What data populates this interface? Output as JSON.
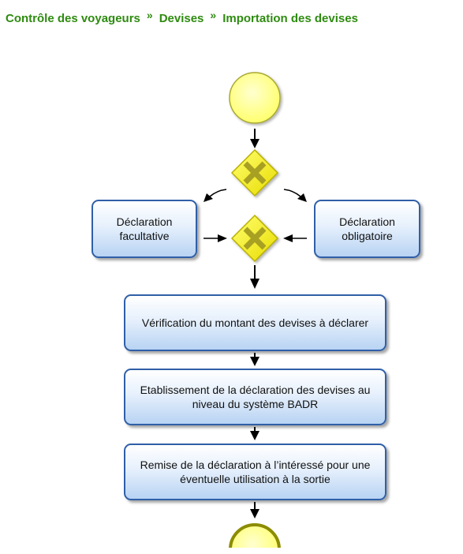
{
  "breadcrumb": {
    "items": [
      "Contrôle des voyageurs",
      "Devises",
      "Importation des devises"
    ],
    "separator": "»"
  },
  "diagram": {
    "start_event": "start",
    "gateway_split": "exclusive",
    "gateway_merge": "exclusive",
    "tasks": {
      "facultative": "Déclaration facultative",
      "obligatoire": "Déclaration obligatoire",
      "verification": "Vérification du montant des devises à déclarer",
      "etablissement": "Etablissement de la déclaration des devises au niveau du système BADR",
      "remise": "Remise de la déclaration à l’intéressé pour une éventuelle utilisation à la sortie"
    },
    "end_event": "end"
  },
  "colors": {
    "breadcrumb_text": "#2e8b10",
    "event_fill": "#ffff88",
    "event_stroke": "#9a9a1a",
    "end_event_stroke": "#8c8c00",
    "gateway_fill": "#f7f000",
    "gateway_x": "#a8a020",
    "task_border": "#2f5fa8",
    "task_fill_top": "#ffffff",
    "task_fill_bottom": "#b8d3f3",
    "arrow": "#000000"
  }
}
